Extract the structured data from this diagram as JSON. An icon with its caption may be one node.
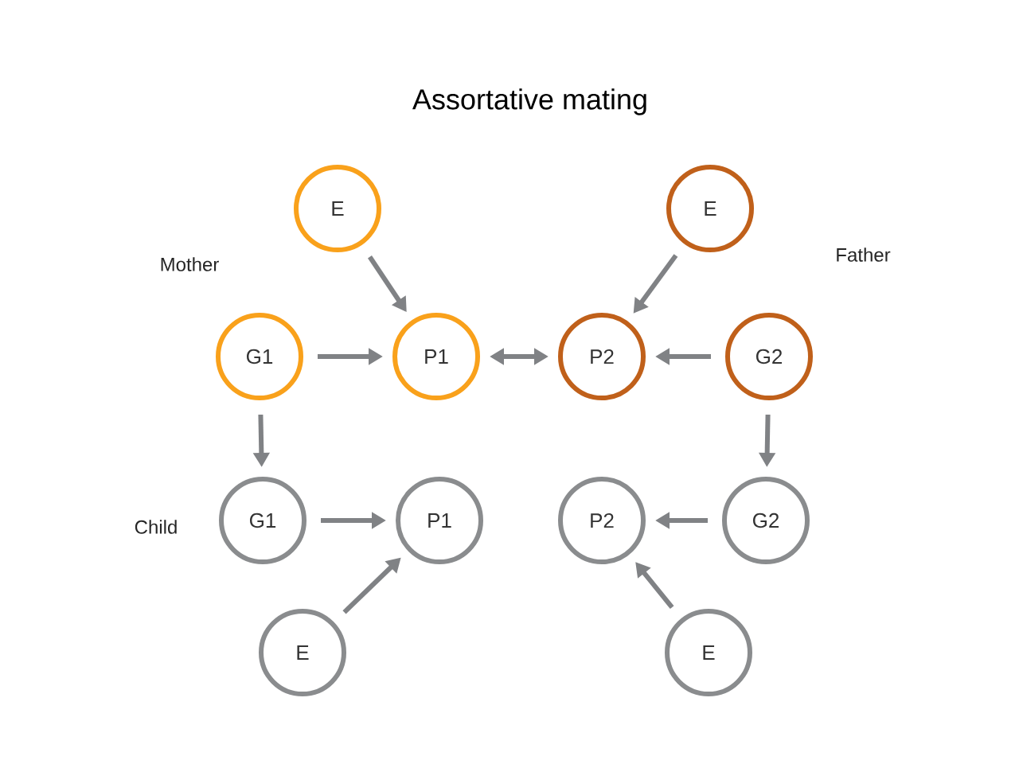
{
  "diagram": {
    "title": "Assortative mating",
    "nodes": [
      {
        "text": [
          "E"
        ]
      },
      {
        "text": [
          "E"
        ]
      },
      {
        "text": [
          "G1"
        ]
      },
      {
        "text": [
          "P1"
        ]
      },
      {
        "text": [
          "P2"
        ]
      },
      {
        "text": [
          "G2"
        ]
      },
      {
        "text": [
          "G1"
        ]
      },
      {
        "text": [
          "P1"
        ]
      },
      {
        "text": [
          "P2"
        ]
      },
      {
        "text": [
          "G2"
        ]
      },
      {
        "text": [
          "E"
        ]
      },
      {
        "text": [
          "E"
        ]
      }
    ],
    "edges": [
      {
        "from": 0,
        "to": 3,
        "arrow": "to"
      },
      {
        "from": 1,
        "to": 4,
        "arrow": "to"
      },
      {
        "from": 2,
        "to": 3,
        "arrow": "to"
      },
      {
        "from": 3,
        "to": 4,
        "arrow": "both"
      },
      {
        "from": 5,
        "to": 4,
        "arrow": "to"
      },
      {
        "from": 2,
        "to": 6,
        "arrow": "to"
      },
      {
        "from": 5,
        "to": 9,
        "arrow": "to"
      },
      {
        "from": 6,
        "to": 7,
        "arrow": "to"
      },
      {
        "from": 9,
        "to": 8,
        "arrow": "to"
      },
      {
        "from": 10,
        "to": 7,
        "arrow": "to"
      },
      {
        "from": 11,
        "to": 8,
        "arrow": "to"
      }
    ],
    "labels": [
      "Mother",
      "Father",
      "Child"
    ]
  }
}
